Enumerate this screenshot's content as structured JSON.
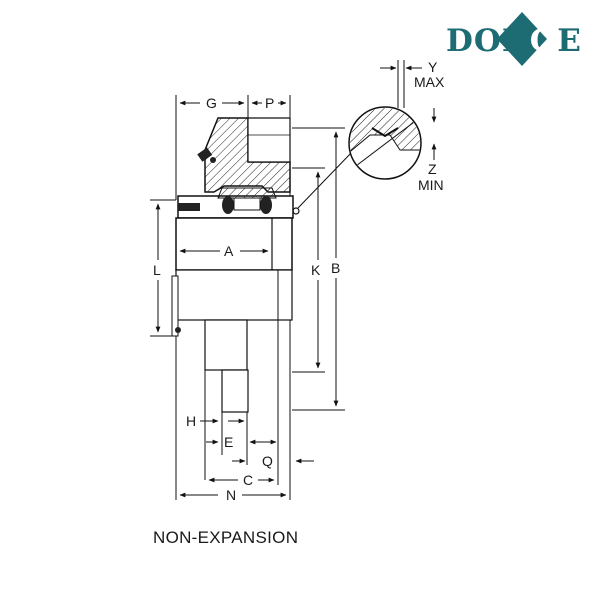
{
  "brand": {
    "name": "DODGE",
    "color": "#1d6b73"
  },
  "caption": "NON-EXPANSION",
  "labels": {
    "G": "G",
    "P": "P",
    "Y": "Y",
    "max": "MAX",
    "Z": "Z",
    "min": "MIN",
    "A": "A",
    "K": "K",
    "B": "B",
    "L": "L",
    "H": "H",
    "E": "E",
    "Q": "Q",
    "C": "C",
    "N": "N"
  }
}
